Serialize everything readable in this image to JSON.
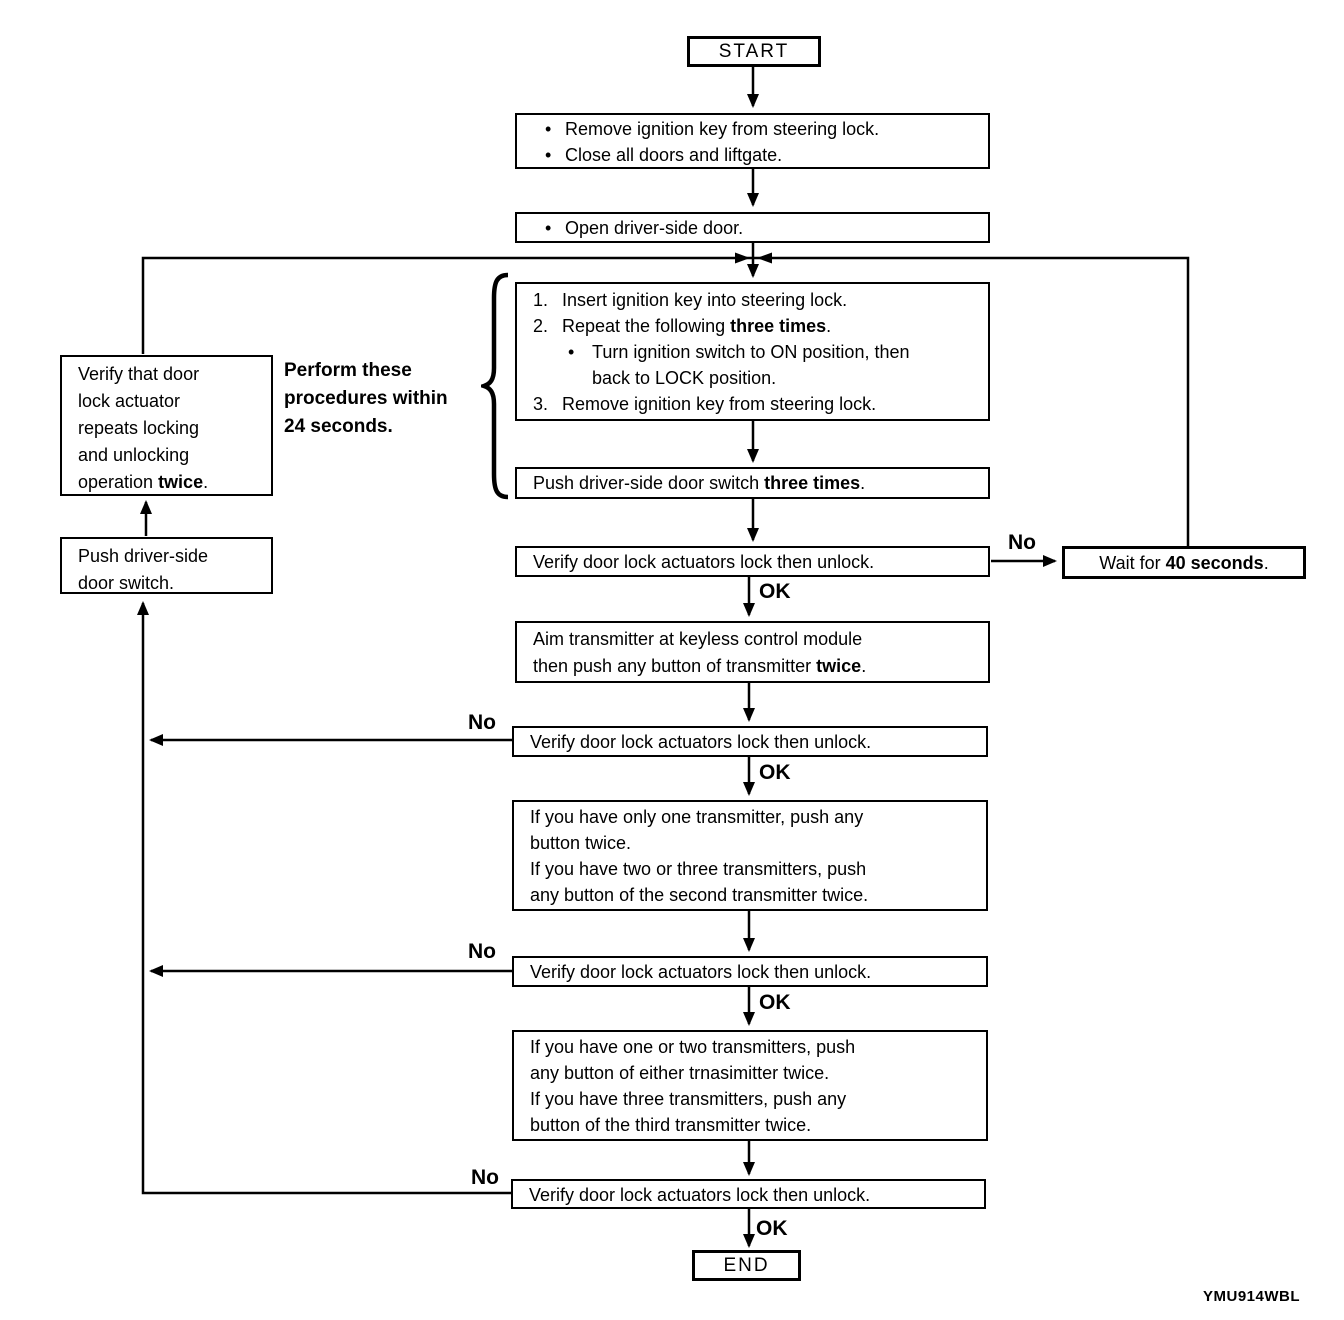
{
  "page": {
    "figure_code": "YMU914WBL",
    "ink_color": "#000000",
    "paper_color": "#ffffff"
  },
  "labels": {
    "no": "No",
    "ok": "OK"
  },
  "annotations": {
    "perform_note": {
      "lines": [
        {
          "segs": [
            {
              "t": "Perform these",
              "b": true
            }
          ]
        },
        {
          "segs": [
            {
              "t": "procedures within",
              "b": true
            }
          ]
        },
        {
          "segs": [
            {
              "t": "24 seconds.",
              "b": true
            }
          ]
        }
      ]
    }
  },
  "nodes": {
    "start": {
      "title": "START"
    },
    "prep": {
      "lines": [
        {
          "m": "•",
          "segs": [
            {
              "t": "Remove ignition key from steering lock."
            }
          ]
        },
        {
          "m": "•",
          "segs": [
            {
              "t": "Close all doors and liftgate."
            }
          ]
        }
      ]
    },
    "open_door": {
      "lines": [
        {
          "m": "•",
          "segs": [
            {
              "t": "Open driver-side door."
            }
          ]
        }
      ]
    },
    "procedure": {
      "lines": [
        {
          "m": "1.",
          "segs": [
            {
              "t": "Insert ignition key into steering lock."
            }
          ]
        },
        {
          "m": "2.",
          "segs": [
            {
              "t": "Repeat the following "
            },
            {
              "t": "three times",
              "b": true
            },
            {
              "t": "."
            }
          ]
        },
        {
          "m": "•",
          "ind": 1,
          "segs": [
            {
              "t": "Turn ignition switch to ON position, then"
            }
          ]
        },
        {
          "ind": 2,
          "segs": [
            {
              "t": "back to LOCK position."
            }
          ]
        },
        {
          "m": "3.",
          "segs": [
            {
              "t": "Remove ignition key from steering lock."
            }
          ]
        }
      ]
    },
    "push_three": {
      "lines": [
        {
          "segs": [
            {
              "t": "Push driver-side door switch "
            },
            {
              "t": "three times",
              "b": true
            },
            {
              "t": "."
            }
          ]
        }
      ]
    },
    "verify1": {
      "lines": [
        {
          "segs": [
            {
              "t": "Verify door lock actuators lock then unlock."
            }
          ]
        }
      ]
    },
    "wait": {
      "lines": [
        {
          "segs": [
            {
              "t": "Wait for "
            },
            {
              "t": "40 seconds",
              "b": true
            },
            {
              "t": "."
            }
          ]
        }
      ]
    },
    "aim": {
      "lines": [
        {
          "segs": [
            {
              "t": "Aim transmitter at keyless control module"
            }
          ]
        },
        {
          "segs": [
            {
              "t": "then push any button of transmitter "
            },
            {
              "t": "twice",
              "b": true
            },
            {
              "t": "."
            }
          ]
        }
      ]
    },
    "verify2": {
      "lines": [
        {
          "segs": [
            {
              "t": "Verify door lock actuators lock then unlock."
            }
          ]
        }
      ]
    },
    "second_transmitter": {
      "lines": [
        {
          "segs": [
            {
              "t": "If you have only one transmitter, push any"
            }
          ]
        },
        {
          "segs": [
            {
              "t": "button twice."
            }
          ]
        },
        {
          "segs": [
            {
              "t": "If you have two or three transmitters, push"
            }
          ]
        },
        {
          "segs": [
            {
              "t": "any button of the second transmitter twice."
            }
          ]
        }
      ]
    },
    "verify3": {
      "lines": [
        {
          "segs": [
            {
              "t": "Verify door lock actuators lock then unlock."
            }
          ]
        }
      ]
    },
    "third_transmitter": {
      "lines": [
        {
          "segs": [
            {
              "t": "If you have one or two transmitters, push"
            }
          ]
        },
        {
          "segs": [
            {
              "t": "any button of either trnasimitter twice."
            }
          ]
        },
        {
          "segs": [
            {
              "t": "If you have three transmitters, push any"
            }
          ]
        },
        {
          "segs": [
            {
              "t": "button of the third transmitter twice."
            }
          ]
        }
      ]
    },
    "verify4": {
      "lines": [
        {
          "segs": [
            {
              "t": "Verify door lock actuators lock then unlock."
            }
          ]
        }
      ]
    },
    "end": {
      "title": "END"
    },
    "left_verify": {
      "lines": [
        {
          "segs": [
            {
              "t": "Verify that door"
            }
          ]
        },
        {
          "segs": [
            {
              "t": "lock actuator"
            }
          ]
        },
        {
          "segs": [
            {
              "t": "repeats locking"
            }
          ]
        },
        {
          "segs": [
            {
              "t": "and unlocking"
            }
          ]
        },
        {
          "segs": [
            {
              "t": "operation "
            },
            {
              "t": "twice",
              "b": true
            },
            {
              "t": "."
            }
          ]
        }
      ]
    },
    "left_push": {
      "lines": [
        {
          "segs": [
            {
              "t": "Push driver-side"
            }
          ]
        },
        {
          "segs": [
            {
              "t": "door switch."
            }
          ]
        }
      ]
    }
  }
}
